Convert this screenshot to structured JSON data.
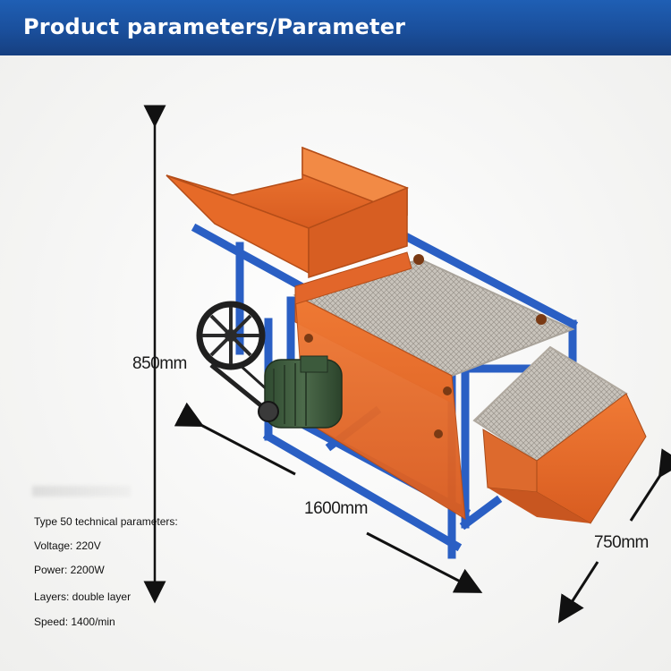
{
  "header": {
    "title": "Product parameters/Parameter"
  },
  "dimensions": {
    "height": "850mm",
    "length": "1600mm",
    "width": "750mm"
  },
  "specs": {
    "heading": "Type 50 technical parameters:",
    "voltage": "Voltage: 220V",
    "power": "Power: 2200W",
    "layers": "Layers: double layer",
    "speed": "Speed: 1400/min"
  },
  "colors": {
    "header_blue": "#1a4f9c",
    "frame_blue": "#2a5fc4",
    "body_orange": "#e8692a",
    "motor_green": "#3d5a3c"
  }
}
